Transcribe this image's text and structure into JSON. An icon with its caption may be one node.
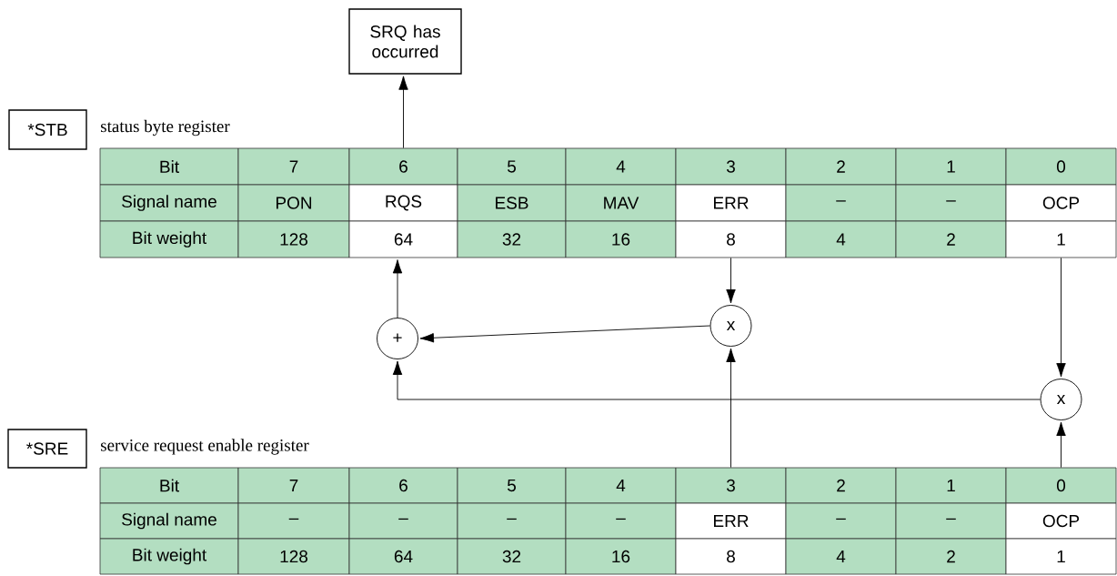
{
  "diagram": {
    "nodes": [
      {
        "text": [
          "SRQ has occurred"
        ]
      },
      {
        "text": [
          "*STB"
        ],
        "beside": [
          "status byte register"
        ]
      },
      {
        "text": [
          "Bit"
        ]
      },
      {
        "text": [
          "7"
        ]
      },
      {
        "text": [
          "6"
        ]
      },
      {
        "text": [
          "5"
        ]
      },
      {
        "text": [
          "4"
        ]
      },
      {
        "text": [
          "3"
        ]
      },
      {
        "text": [
          "2"
        ]
      },
      {
        "text": [
          "1"
        ]
      },
      {
        "text": [
          "0"
        ]
      },
      {
        "text": [
          "Signal name"
        ]
      },
      {
        "text": [
          "PON"
        ]
      },
      {
        "text": [
          "RQS"
        ]
      },
      {
        "text": [
          "ESB"
        ]
      },
      {
        "text": [
          "MAV"
        ]
      },
      {
        "text": [
          "ERR"
        ]
      },
      {
        "text": [
          "–"
        ]
      },
      {
        "text": [
          "–"
        ]
      },
      {
        "text": [
          "OCP"
        ]
      },
      {
        "text": [
          "Bit weight"
        ]
      },
      {
        "text": [
          "128"
        ]
      },
      {
        "text": [
          "64"
        ]
      },
      {
        "text": [
          "32"
        ]
      },
      {
        "text": [
          "16"
        ]
      },
      {
        "text": [
          "8"
        ]
      },
      {
        "text": [
          "4"
        ]
      },
      {
        "text": [
          "2"
        ]
      },
      {
        "text": [
          "1"
        ]
      },
      {
        "text": [
          "+"
        ]
      },
      {
        "text": [
          "x"
        ]
      },
      {
        "text": [
          "x"
        ]
      },
      {
        "text": [
          "*SRE"
        ],
        "beside": [
          "service request enable register"
        ]
      },
      {
        "text": [
          "Bit"
        ]
      },
      {
        "text": [
          "7"
        ]
      },
      {
        "text": [
          "6"
        ]
      },
      {
        "text": [
          "5"
        ]
      },
      {
        "text": [
          "4"
        ]
      },
      {
        "text": [
          "3"
        ]
      },
      {
        "text": [
          "2"
        ]
      },
      {
        "text": [
          "1"
        ]
      },
      {
        "text": [
          "0"
        ]
      },
      {
        "text": [
          "Signal name"
        ]
      },
      {
        "text": [
          "–"
        ]
      },
      {
        "text": [
          "–"
        ]
      },
      {
        "text": [
          "–"
        ]
      },
      {
        "text": [
          "–"
        ]
      },
      {
        "text": [
          "ERR"
        ]
      },
      {
        "text": [
          "–"
        ]
      },
      {
        "text": [
          "–"
        ]
      },
      {
        "text": [
          "OCP"
        ]
      },
      {
        "text": [
          "Bit weight"
        ]
      },
      {
        "text": [
          "128"
        ]
      },
      {
        "text": [
          "64"
        ]
      },
      {
        "text": [
          "32"
        ]
      },
      {
        "text": [
          "16"
        ]
      },
      {
        "text": [
          "8"
        ]
      },
      {
        "text": [
          "4"
        ]
      },
      {
        "text": [
          "2"
        ]
      },
      {
        "text": [
          "1"
        ]
      }
    ],
    "edges": [
      {
        "from": 4,
        "to": 0,
        "arrow": "to"
      },
      {
        "from": 29,
        "to": 22,
        "arrow": "to"
      },
      {
        "from": 25,
        "to": 30,
        "arrow": "to"
      },
      {
        "from": 30,
        "to": 29,
        "arrow": "to"
      },
      {
        "from": 28,
        "to": 31,
        "arrow": "to"
      },
      {
        "from": 31,
        "to": 29,
        "arrow": "to"
      },
      {
        "from": 38,
        "to": 30,
        "arrow": "to"
      },
      {
        "from": 41,
        "to": 31,
        "arrow": "to"
      }
    ]
  }
}
